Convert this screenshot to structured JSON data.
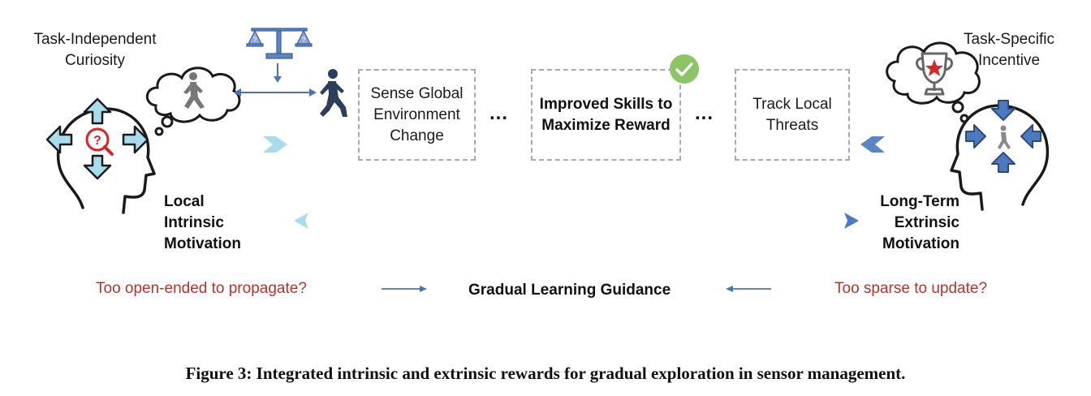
{
  "labels": {
    "curiosity": [
      "Task-Independent",
      "Curiosity"
    ],
    "incentive": [
      "Task-Specific",
      "Incentive"
    ],
    "local_motivation": [
      "Local",
      "Intrinsic",
      "Motivation"
    ],
    "longterm_motivation": [
      "Long-Term",
      "Extrinsic",
      "Motivation"
    ]
  },
  "boxes": {
    "sense": [
      "Sense Global",
      "Environment",
      "Change"
    ],
    "improved": [
      "Improved Skills to",
      "Maximize Reward"
    ],
    "track": [
      "Track Local",
      "Threats"
    ]
  },
  "ellipsis": "...",
  "bottom": {
    "left_question": "Too open-ended to propagate?",
    "guidance": "Gradual Learning Guidance",
    "right_question": "Too sparse to update?"
  },
  "caption": "Figure 3: Integrated intrinsic and extrinsic rewards for gradual exploration in sensor management.",
  "colors": {
    "light_blue": "#a8dcea",
    "mid_blue": "#5b86c4",
    "dark_blue": "#3d5f9a",
    "red": "#b8312c",
    "green": "#8cc466"
  }
}
